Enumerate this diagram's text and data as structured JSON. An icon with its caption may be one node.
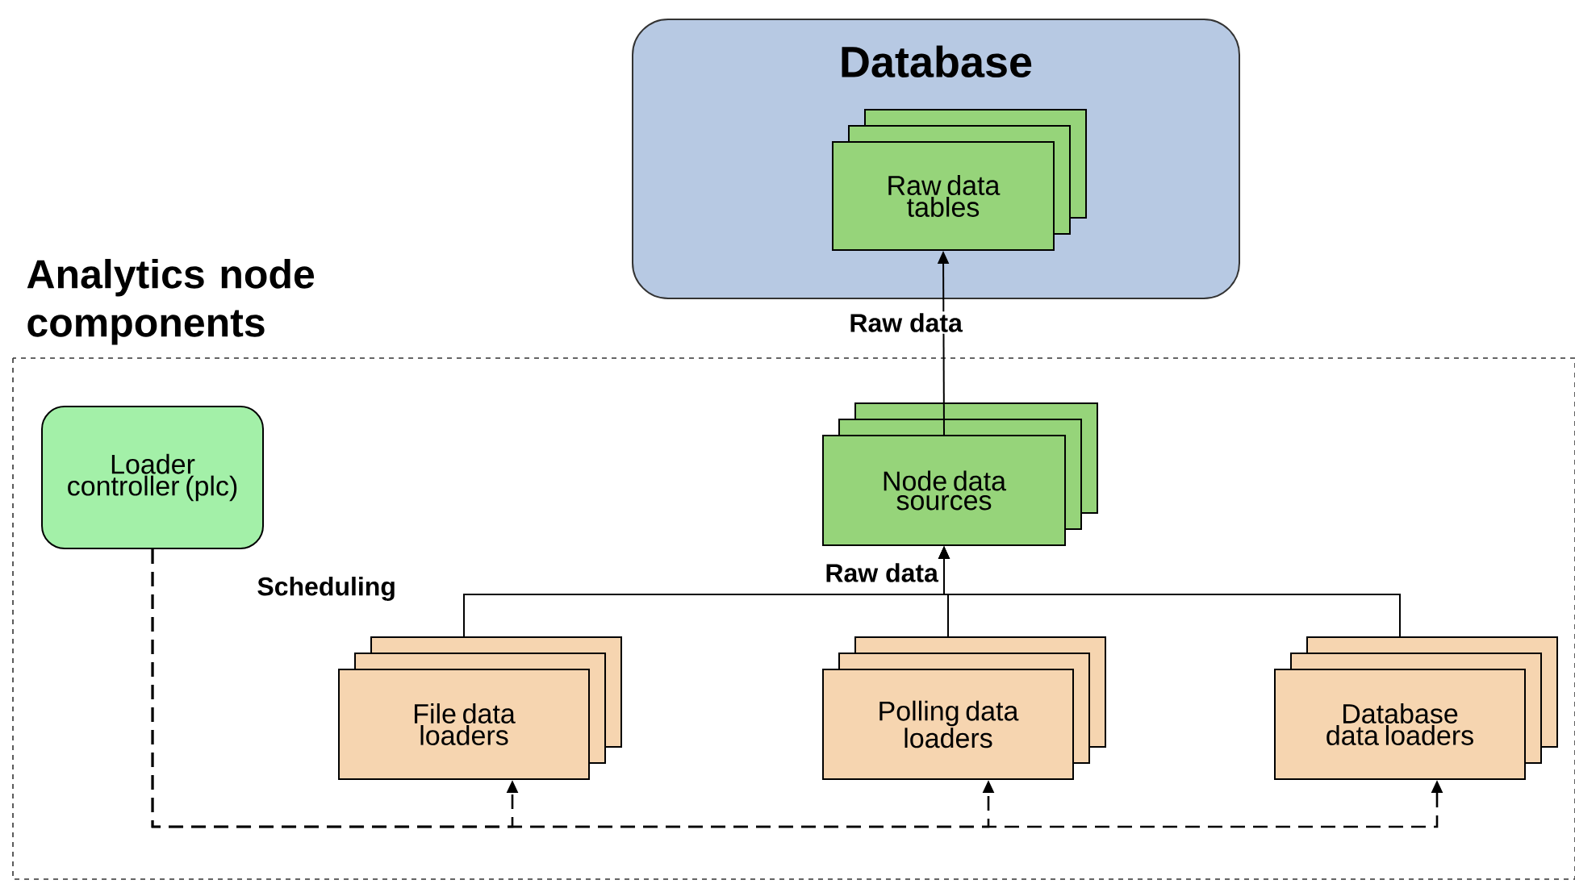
{
  "diagram": {
    "nodes": [
      {
        "text": [
          "Analytics node components"
        ]
      },
      {
        "text": [
          "Database"
        ]
      },
      {
        "text": [
          "Raw data tables"
        ],
        "in": 1
      },
      {
        "text": [
          "Node data sources"
        ],
        "in": 0
      },
      {
        "text": [
          "Loader controller (plc)"
        ],
        "in": 0
      },
      {
        "text": [
          "File data loaders"
        ],
        "in": 0
      },
      {
        "text": [
          "Polling data loaders"
        ],
        "in": 0
      },
      {
        "text": [
          "Database data loaders"
        ],
        "in": 0
      }
    ],
    "edges": [
      {
        "from": 3,
        "to": 2,
        "arrow": "to",
        "label": "Raw data"
      },
      {
        "from": 5,
        "to": 3,
        "arrow": "to"
      },
      {
        "from": 6,
        "to": 3,
        "arrow": "to",
        "label": "Raw data"
      },
      {
        "from": 7,
        "to": 3,
        "arrow": "to"
      },
      {
        "from": 4,
        "to": 5,
        "arrow": "to",
        "style": "dashed",
        "label": "Scheduling"
      },
      {
        "from": 4,
        "to": 6,
        "arrow": "to",
        "style": "dashed"
      },
      {
        "from": 4,
        "to": 7,
        "arrow": "to",
        "style": "dashed"
      }
    ]
  }
}
